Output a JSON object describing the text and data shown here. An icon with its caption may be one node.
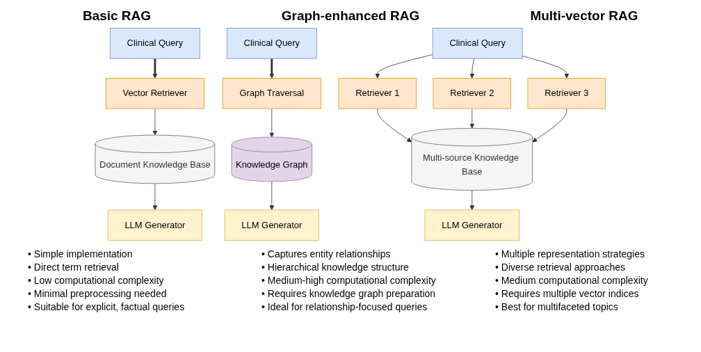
{
  "diagram": {
    "nodes": [
      {
        "text": [
          "Clinical Query"
        ]
      },
      {
        "text": [
          "Vector Retriever"
        ]
      },
      {
        "text": [
          "Document Knowledge Base"
        ]
      },
      {
        "text": [
          "LLM Generator"
        ]
      },
      {
        "text": [
          "Clinical Query"
        ]
      },
      {
        "text": [
          "Graph Traversal"
        ]
      },
      {
        "text": [
          "Knowledge Graph"
        ]
      },
      {
        "text": [
          "LLM Generator"
        ]
      },
      {
        "text": [
          "Clinical Query"
        ]
      },
      {
        "text": [
          "Retriever 1"
        ]
      },
      {
        "text": [
          "Retriever 2"
        ]
      },
      {
        "text": [
          "Retriever 3"
        ]
      },
      {
        "text": [
          "Multi-source Knowledge Base"
        ]
      },
      {
        "text": [
          "LLM Generator"
        ]
      }
    ],
    "edges": [
      {
        "from": 0,
        "to": 1,
        "arrow": "to",
        "style": "thick"
      },
      {
        "from": 1,
        "to": 2,
        "arrow": "to"
      },
      {
        "from": 2,
        "to": 3,
        "arrow": "to"
      },
      {
        "from": 4,
        "to": 5,
        "arrow": "to",
        "style": "thick"
      },
      {
        "from": 5,
        "to": 6,
        "arrow": "to"
      },
      {
        "from": 6,
        "to": 7,
        "arrow": "to"
      },
      {
        "from": 8,
        "to": 9,
        "arrow": "to"
      },
      {
        "from": 8,
        "to": 10,
        "arrow": "to"
      },
      {
        "from": 8,
        "to": 11,
        "arrow": "to"
      },
      {
        "from": 9,
        "to": 12,
        "arrow": "to"
      },
      {
        "from": 10,
        "to": 12,
        "arrow": "to"
      },
      {
        "from": 11,
        "to": 12,
        "arrow": "to"
      },
      {
        "from": 12,
        "to": 13,
        "arrow": "to"
      }
    ],
    "labels": [
      "Basic RAG",
      "Graph-enhanced RAG",
      "Multi-vector RAG",
      "• Simple implementation",
      "• Direct term retrieval",
      "• Low computational complexity",
      "• Minimal preprocessing needed",
      "• Suitable for explicit, factual queries",
      "• Captures entity relationships",
      "• Hierarchical knowledge structure",
      "• Medium-high computational complexity",
      "• Requires knowledge graph preparation",
      "• Ideal for relationship-focused queries",
      "• Multiple representation strategies",
      "• Diverse retrieval approaches",
      "• Medium computational complexity",
      "• Requires multiple vector indices",
      "• Best for multifaceted topics"
    ]
  }
}
